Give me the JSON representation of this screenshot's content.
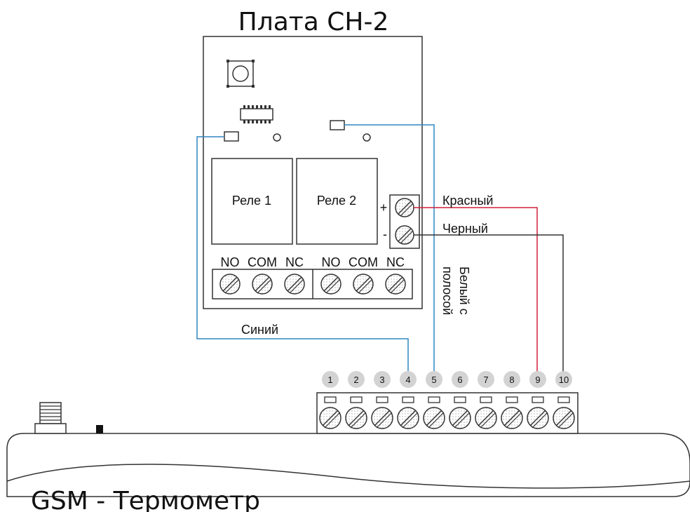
{
  "board": {
    "title": "Плата СН-2",
    "relays": [
      {
        "label": "Реле 1"
      },
      {
        "label": "Реле 2"
      }
    ],
    "contact_labels": [
      "NO",
      "COM",
      "NC",
      "NO",
      "COM",
      "NC"
    ],
    "power_plus": "+",
    "power_minus": "-"
  },
  "wires": {
    "red": {
      "label": "Красный",
      "color": "#d0203a"
    },
    "black": {
      "label": "Черный",
      "color": "#333333"
    },
    "blue": {
      "label": "Синий",
      "color": "#2e86c1"
    },
    "white_striped": {
      "label_line1": "Белый с",
      "label_line2": "полосой",
      "color": "#2e86c1"
    }
  },
  "device": {
    "name": "GSM - Термометр",
    "terminal_numbers": [
      "1",
      "2",
      "3",
      "4",
      "5",
      "6",
      "7",
      "8",
      "9",
      "10"
    ]
  }
}
